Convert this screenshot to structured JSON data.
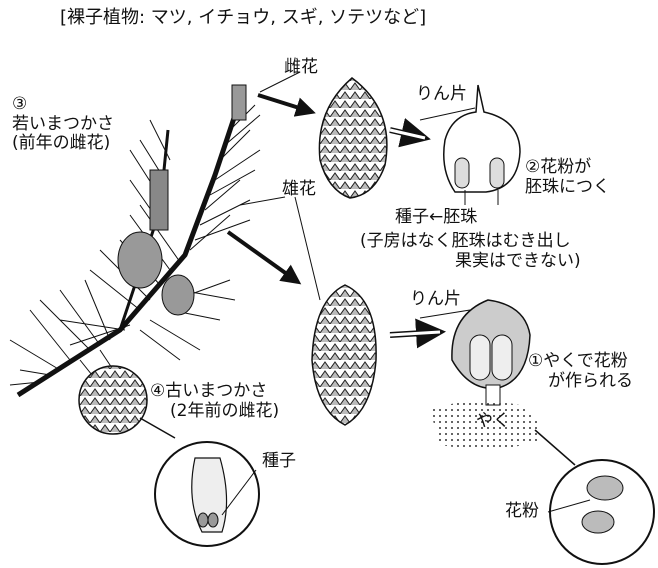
{
  "title": "[裸子植物: マツ, イチョウ, スギ, ソテツなど]",
  "labels": {
    "female_flower": "雌花",
    "male_flower": "雄花",
    "scale_top": "りん片",
    "scale_bottom": "りん片",
    "young_cone": {
      "num": "③",
      "line1": "若いまつかさ",
      "line2": "(前年の雌花)"
    },
    "old_cone": {
      "num": "④",
      "line1": "古いまつかさ",
      "line2": "(2年前の雌花)"
    },
    "pollination": {
      "num": "②",
      "line1": "花粉が",
      "line2": "胚珠につく"
    },
    "seed_from_ovule": "種子←胚珠",
    "note": {
      "line1": "(子房はなく胚珠はむき出し",
      "line2": "果実はできない)"
    },
    "pollen_made": {
      "num": "①",
      "line1": "やくで花粉",
      "line2": "が作られる"
    },
    "anther": "やく",
    "seed": "種子",
    "pollen": "花粉"
  }
}
